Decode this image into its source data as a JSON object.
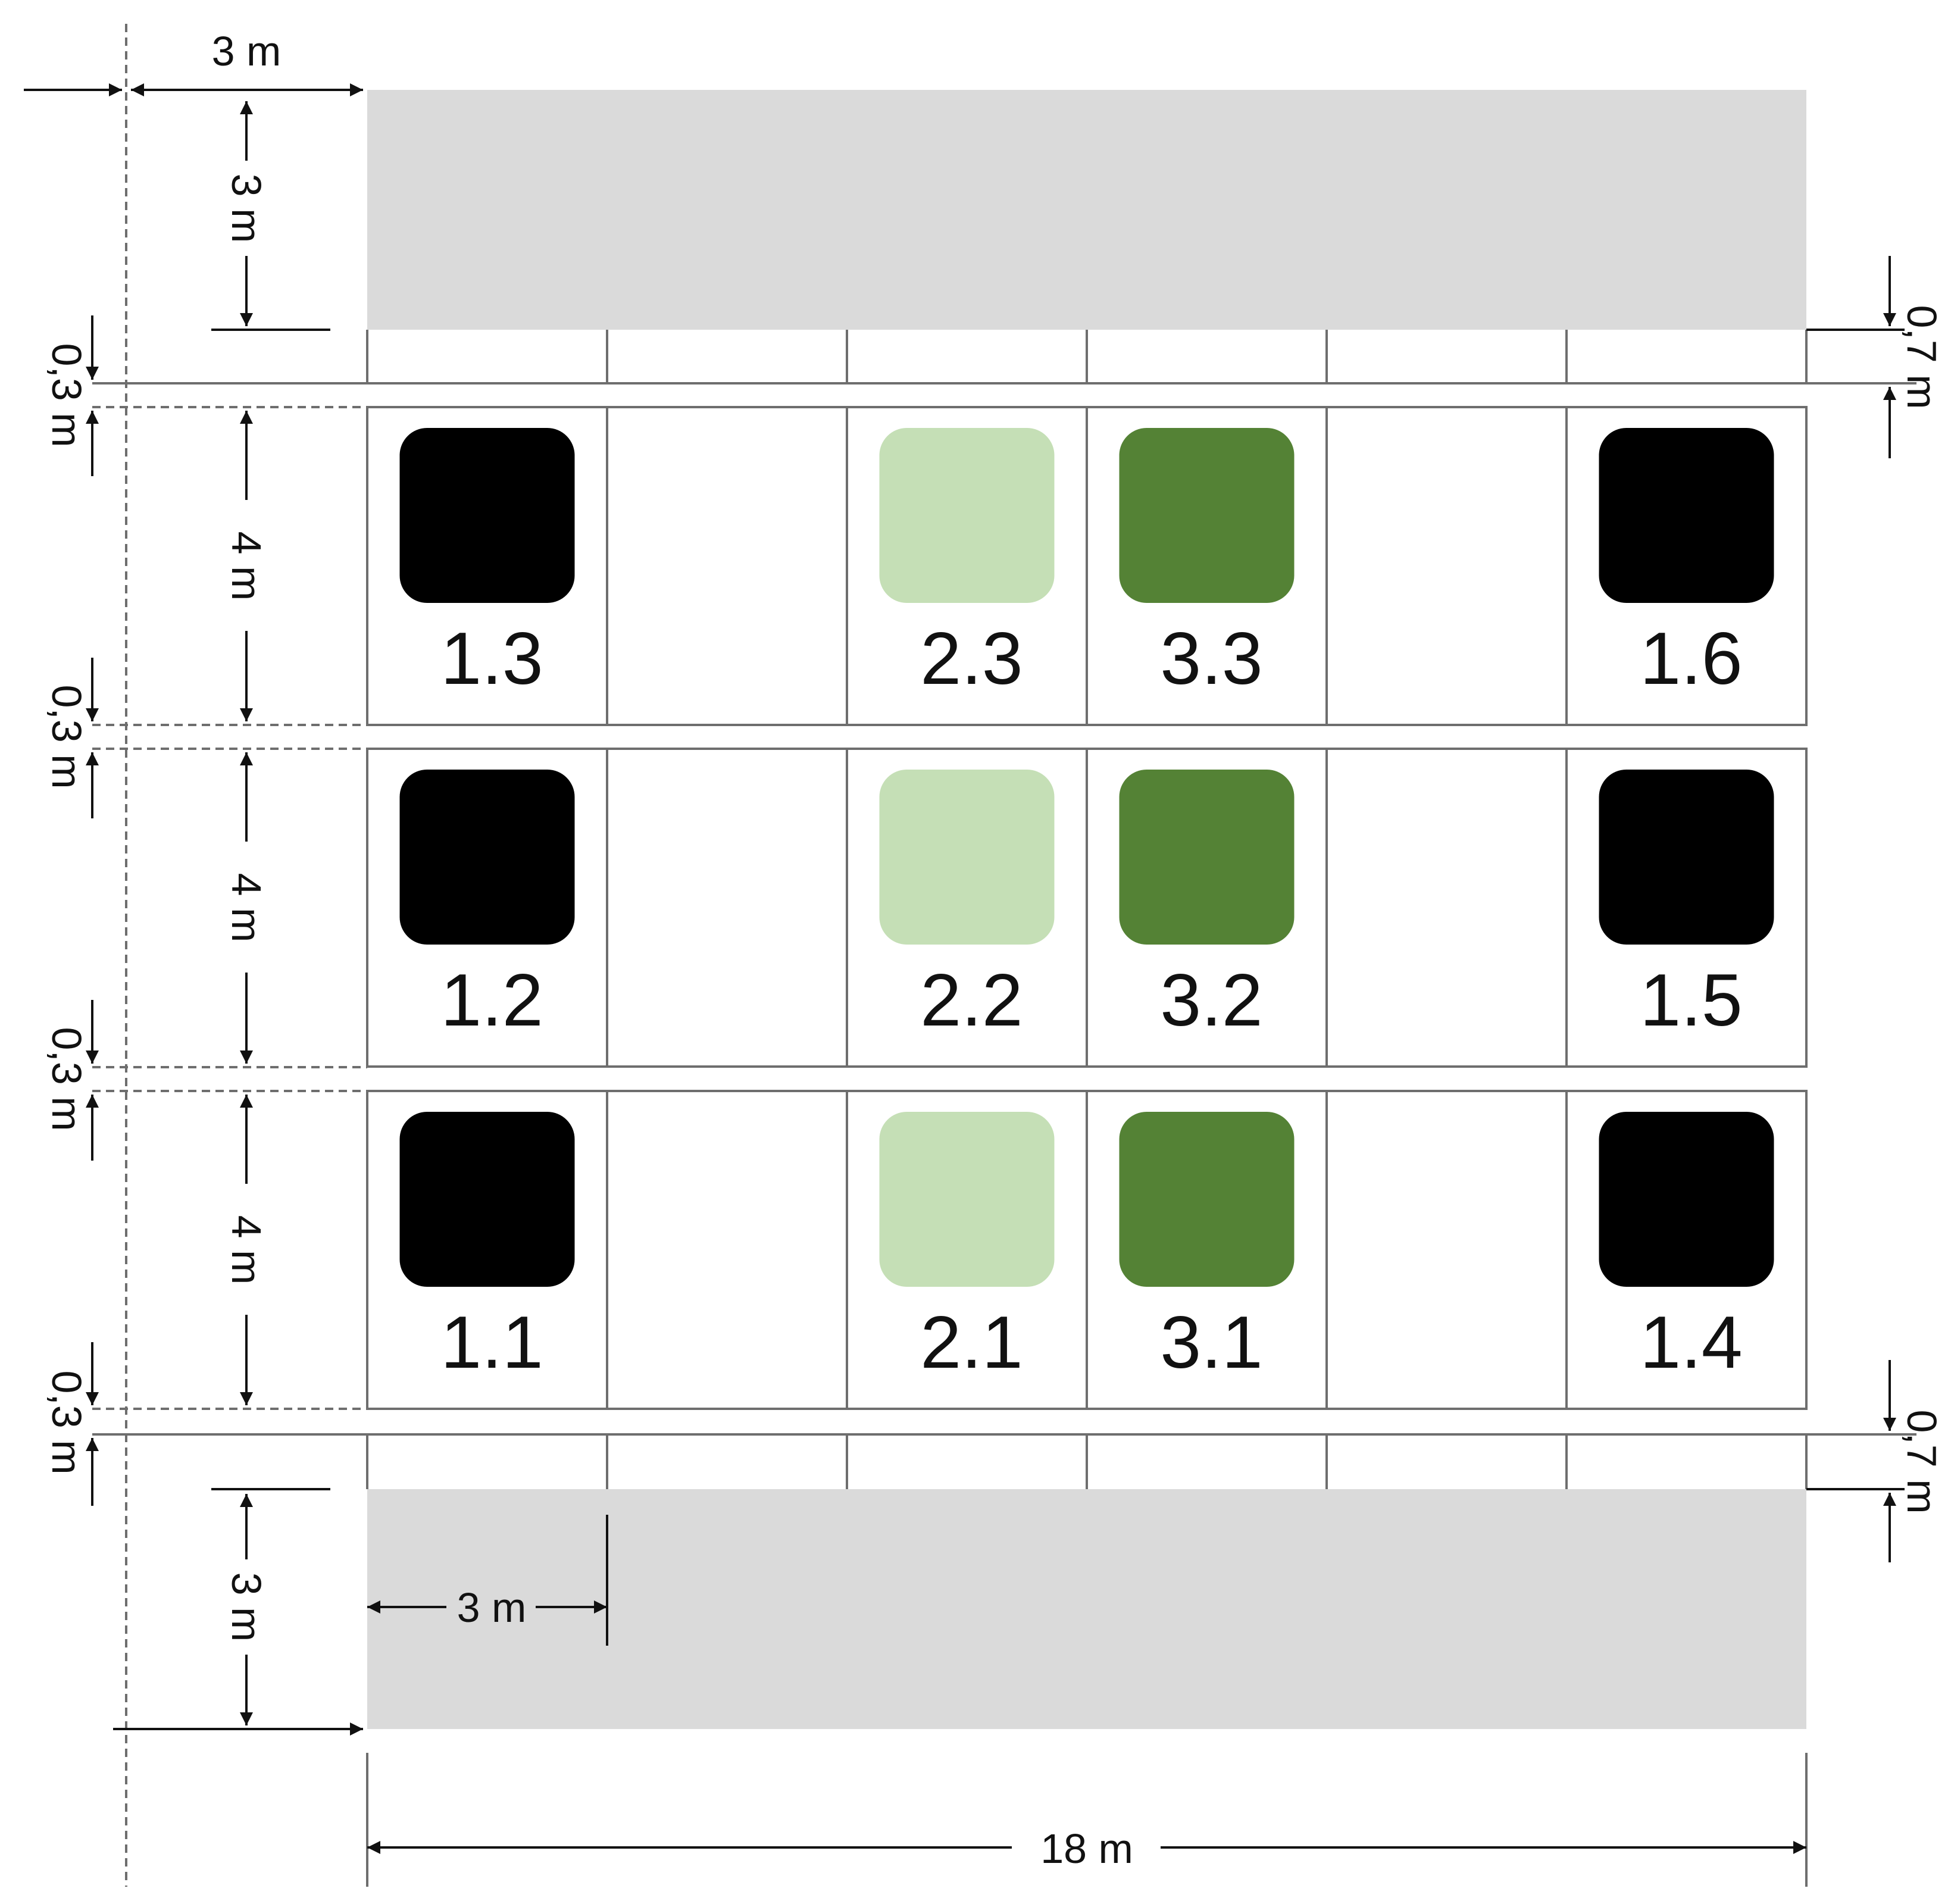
{
  "colors": {
    "border_rows": "#dadada",
    "treatment_1": "#000000",
    "treatment_2": "#c5dfb6",
    "treatment_3": "#548235",
    "line": "#6e6e6e",
    "text": "#111111"
  },
  "plots": [
    {
      "label": "1.3",
      "treatment": "treatment_1",
      "row": 0,
      "col": 0
    },
    {
      "label": "2.3",
      "treatment": "treatment_2",
      "row": 0,
      "col": 2
    },
    {
      "label": "3.3",
      "treatment": "treatment_3",
      "row": 0,
      "col": 3
    },
    {
      "label": "1.6",
      "treatment": "treatment_1",
      "row": 0,
      "col": 5
    },
    {
      "label": "1.2",
      "treatment": "treatment_1",
      "row": 1,
      "col": 0
    },
    {
      "label": "2.2",
      "treatment": "treatment_2",
      "row": 1,
      "col": 2
    },
    {
      "label": "3.2",
      "treatment": "treatment_3",
      "row": 1,
      "col": 3
    },
    {
      "label": "1.5",
      "treatment": "treatment_1",
      "row": 1,
      "col": 5
    },
    {
      "label": "1.1",
      "treatment": "treatment_1",
      "row": 2,
      "col": 0
    },
    {
      "label": "2.1",
      "treatment": "treatment_2",
      "row": 2,
      "col": 2
    },
    {
      "label": "3.1",
      "treatment": "treatment_3",
      "row": 2,
      "col": 3
    },
    {
      "label": "1.4",
      "treatment": "treatment_1",
      "row": 2,
      "col": 5
    }
  ],
  "dimensions": {
    "left_margin": "3 m",
    "top_border_height": "3 m",
    "bottom_border_height": "3 m",
    "row_height": "4 m",
    "row_gap": "0,3 m",
    "path_width": "0,7 m",
    "column_width": "3 m",
    "total_width": "18 m"
  }
}
